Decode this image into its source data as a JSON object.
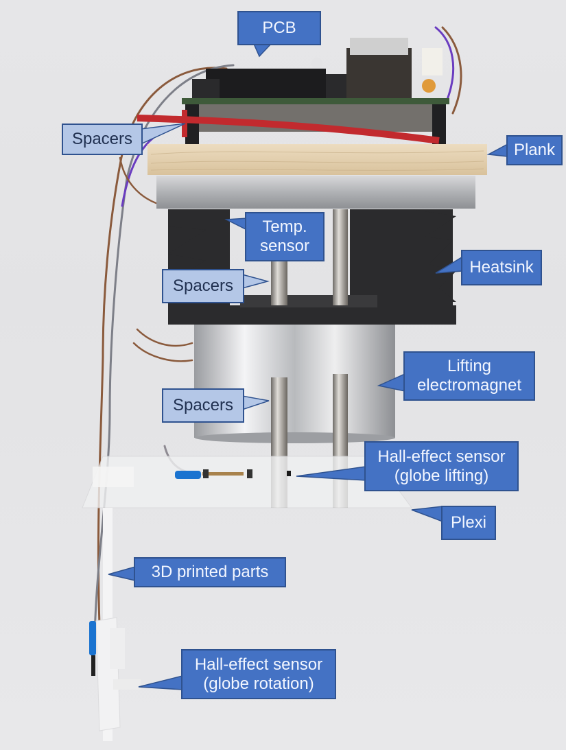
{
  "figure": {
    "description": "Annotated photo of a levitating globe mechanism assembly",
    "colors": {
      "callout_dark_fill": "#4472c4",
      "callout_dark_border": "#2f528f",
      "callout_light_fill": "#b4c7e7",
      "callout_text_light": "#f2f6ff",
      "callout_text_dark": "#1f2f4f",
      "background": "#e6e6e8"
    }
  },
  "labels": {
    "pcb": "PCB",
    "spacers_top": "Spacers",
    "plank": "Plank",
    "temp_sensor": "Temp.\nsensor",
    "heatsink": "Heatsink",
    "spacers_middle": "Spacers",
    "lifting_electromagnet": "Lifting\nelectromagnet",
    "spacers_bottom": "Spacers",
    "hall_sensor_lifting": "Hall-effect sensor\n(globe lifting)",
    "plexi": "Plexi",
    "printed_parts": "3D printed parts",
    "hall_sensor_rotation": "Hall-effect sensor\n(globe rotation)"
  }
}
